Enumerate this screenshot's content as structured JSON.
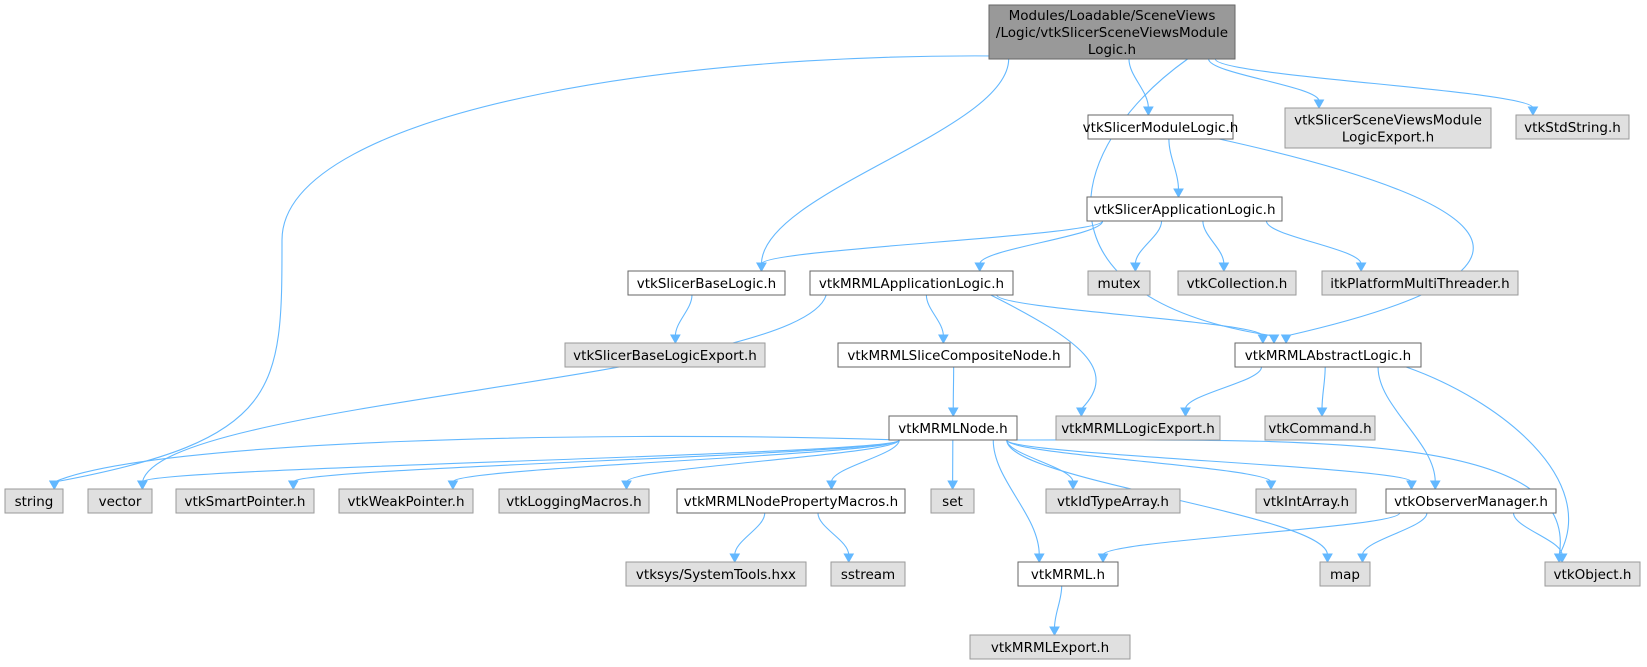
{
  "colors": {
    "root_fill": "#999999",
    "root_stroke": "#666666",
    "doc_fill": "#ffffff",
    "doc_stroke": "#666666",
    "ext_fill": "#e0e0e0",
    "ext_stroke": "#999999",
    "edge": "#63b8ff"
  },
  "nodes": [
    {
      "id": "root",
      "kind": "root",
      "lines": [
        "Modules/Loadable/SceneViews",
        "/Logic/vtkSlicerSceneViewsModule",
        "Logic.h"
      ]
    },
    {
      "id": "vtkSlicerModuleLogic",
      "kind": "doc",
      "lines": [
        "vtkSlicerModuleLogic.h"
      ]
    },
    {
      "id": "vtkSlicerSceneViewsModuleLogicExport",
      "kind": "ext",
      "lines": [
        "vtkSlicerSceneViewsModule",
        "LogicExport.h"
      ]
    },
    {
      "id": "vtkStdString",
      "kind": "ext",
      "lines": [
        "vtkStdString.h"
      ]
    },
    {
      "id": "vtkSlicerApplicationLogic",
      "kind": "doc",
      "lines": [
        "vtkSlicerApplicationLogic.h"
      ]
    },
    {
      "id": "vtkSlicerBaseLogic",
      "kind": "doc",
      "lines": [
        "vtkSlicerBaseLogic.h"
      ]
    },
    {
      "id": "vtkMRMLApplicationLogic",
      "kind": "doc",
      "lines": [
        "vtkMRMLApplicationLogic.h"
      ]
    },
    {
      "id": "mutex",
      "kind": "ext",
      "lines": [
        "mutex"
      ]
    },
    {
      "id": "vtkCollection",
      "kind": "ext",
      "lines": [
        "vtkCollection.h"
      ]
    },
    {
      "id": "itkPlatformMultiThreader",
      "kind": "ext",
      "lines": [
        "itkPlatformMultiThreader.h"
      ]
    },
    {
      "id": "vtkSlicerBaseLogicExport",
      "kind": "ext",
      "lines": [
        "vtkSlicerBaseLogicExport.h"
      ]
    },
    {
      "id": "vtkMRMLSliceCompositeNode",
      "kind": "doc",
      "lines": [
        "vtkMRMLSliceCompositeNode.h"
      ]
    },
    {
      "id": "vtkMRMLAbstractLogic",
      "kind": "doc",
      "lines": [
        "vtkMRMLAbstractLogic.h"
      ]
    },
    {
      "id": "vtkMRMLNode",
      "kind": "doc",
      "lines": [
        "vtkMRMLNode.h"
      ]
    },
    {
      "id": "vtkMRMLLogicExport",
      "kind": "ext",
      "lines": [
        "vtkMRMLLogicExport.h"
      ]
    },
    {
      "id": "vtkCommand",
      "kind": "ext",
      "lines": [
        "vtkCommand.h"
      ]
    },
    {
      "id": "string",
      "kind": "ext",
      "lines": [
        "string"
      ]
    },
    {
      "id": "vector",
      "kind": "ext",
      "lines": [
        "vector"
      ]
    },
    {
      "id": "vtkSmartPointer",
      "kind": "ext",
      "lines": [
        "vtkSmartPointer.h"
      ]
    },
    {
      "id": "vtkWeakPointer",
      "kind": "ext",
      "lines": [
        "vtkWeakPointer.h"
      ]
    },
    {
      "id": "vtkLoggingMacros",
      "kind": "ext",
      "lines": [
        "vtkLoggingMacros.h"
      ]
    },
    {
      "id": "vtkMRMLNodePropertyMacros",
      "kind": "doc",
      "lines": [
        "vtkMRMLNodePropertyMacros.h"
      ]
    },
    {
      "id": "set",
      "kind": "ext",
      "lines": [
        "set"
      ]
    },
    {
      "id": "vtkIdTypeArray",
      "kind": "ext",
      "lines": [
        "vtkIdTypeArray.h"
      ]
    },
    {
      "id": "vtkIntArray",
      "kind": "ext",
      "lines": [
        "vtkIntArray.h"
      ]
    },
    {
      "id": "vtkObserverManager",
      "kind": "doc",
      "lines": [
        "vtkObserverManager.h"
      ]
    },
    {
      "id": "vtkObject",
      "kind": "ext",
      "lines": [
        "vtkObject.h"
      ]
    },
    {
      "id": "vtksysSystemTools",
      "kind": "ext",
      "lines": [
        "vtksys/SystemTools.hxx"
      ]
    },
    {
      "id": "sstream",
      "kind": "ext",
      "lines": [
        "sstream"
      ]
    },
    {
      "id": "vtkMRML",
      "kind": "doc",
      "lines": [
        "vtkMRML.h"
      ]
    },
    {
      "id": "map",
      "kind": "ext",
      "lines": [
        "map"
      ]
    },
    {
      "id": "vtkMRMLExport",
      "kind": "ext",
      "lines": [
        "vtkMRMLExport.h"
      ]
    }
  ],
  "edges": [
    [
      "root",
      "string"
    ],
    [
      "root",
      "vtkSlicerBaseLogic"
    ],
    [
      "root",
      "vtkMRMLAbstractLogic"
    ],
    [
      "root",
      "vtkSlicerModuleLogic"
    ],
    [
      "root",
      "vtkSlicerSceneViewsModuleLogicExport"
    ],
    [
      "root",
      "vtkStdString"
    ],
    [
      "vtkSlicerModuleLogic",
      "vtkSlicerApplicationLogic"
    ],
    [
      "vtkSlicerModuleLogic",
      "vtkMRMLAbstractLogic"
    ],
    [
      "vtkSlicerApplicationLogic",
      "vtkSlicerBaseLogic"
    ],
    [
      "vtkSlicerApplicationLogic",
      "vtkMRMLApplicationLogic"
    ],
    [
      "vtkSlicerApplicationLogic",
      "mutex"
    ],
    [
      "vtkSlicerApplicationLogic",
      "vtkCollection"
    ],
    [
      "vtkSlicerApplicationLogic",
      "itkPlatformMultiThreader"
    ],
    [
      "vtkSlicerBaseLogic",
      "vtkSlicerBaseLogicExport"
    ],
    [
      "vtkMRMLApplicationLogic",
      "vtkMRMLSliceCompositeNode"
    ],
    [
      "vtkMRMLApplicationLogic",
      "vtkMRMLAbstractLogic"
    ],
    [
      "vtkMRMLApplicationLogic",
      "vtkMRMLLogicExport"
    ],
    [
      "vtkMRMLApplicationLogic",
      "vector"
    ],
    [
      "vtkMRMLSliceCompositeNode",
      "vtkMRMLNode"
    ],
    [
      "vtkMRMLAbstractLogic",
      "vtkMRMLLogicExport"
    ],
    [
      "vtkMRMLAbstractLogic",
      "vtkCommand"
    ],
    [
      "vtkMRMLAbstractLogic",
      "vtkObserverManager"
    ],
    [
      "vtkMRMLAbstractLogic",
      "vtkObject"
    ],
    [
      "vtkMRMLNode",
      "string"
    ],
    [
      "vtkMRMLNode",
      "vector"
    ],
    [
      "vtkMRMLNode",
      "vtkSmartPointer"
    ],
    [
      "vtkMRMLNode",
      "vtkWeakPointer"
    ],
    [
      "vtkMRMLNode",
      "vtkLoggingMacros"
    ],
    [
      "vtkMRMLNode",
      "vtkMRMLNodePropertyMacros"
    ],
    [
      "vtkMRMLNode",
      "set"
    ],
    [
      "vtkMRMLNode",
      "vtkIdTypeArray"
    ],
    [
      "vtkMRMLNode",
      "vtkIntArray"
    ],
    [
      "vtkMRMLNode",
      "vtkObserverManager"
    ],
    [
      "vtkMRMLNode",
      "vtkObject"
    ],
    [
      "vtkMRMLNode",
      "vtkMRML"
    ],
    [
      "vtkMRMLNode",
      "map"
    ],
    [
      "vtkMRMLNodePropertyMacros",
      "vtksysSystemTools"
    ],
    [
      "vtkMRMLNodePropertyMacros",
      "sstream"
    ],
    [
      "vtkObserverManager",
      "vtkMRML"
    ],
    [
      "vtkObserverManager",
      "map"
    ],
    [
      "vtkObserverManager",
      "vtkObject"
    ],
    [
      "vtkMRML",
      "vtkMRMLExport"
    ]
  ]
}
